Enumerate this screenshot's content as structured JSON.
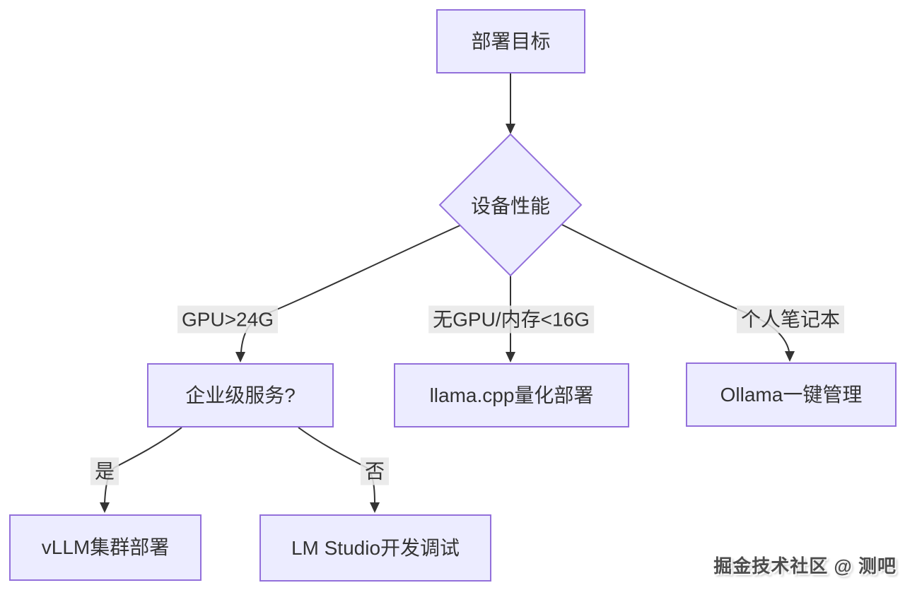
{
  "diagram": {
    "type": "flowchart",
    "direction": "top-down",
    "nodes": {
      "deploy_target": "部署目标",
      "device_performance": "设备性能",
      "enterprise_service": "企业级服务?",
      "llama_cpp": "llama.cpp量化部署",
      "ollama": "Ollama一键管理",
      "vllm": "vLLM集群部署",
      "lm_studio": "LM Studio开发调试"
    },
    "edges": [
      {
        "from": "deploy_target",
        "to": "device_performance",
        "label": ""
      },
      {
        "from": "device_performance",
        "to": "enterprise_service",
        "label": "GPU>24G"
      },
      {
        "from": "device_performance",
        "to": "llama_cpp",
        "label": "无GPU/内存<16G"
      },
      {
        "from": "device_performance",
        "to": "ollama",
        "label": "个人笔记本"
      },
      {
        "from": "enterprise_service",
        "to": "vllm",
        "label": "是"
      },
      {
        "from": "enterprise_service",
        "to": "lm_studio",
        "label": "否"
      }
    ],
    "colors": {
      "node_fill": "#ECECFF",
      "node_border": "#9370DB",
      "edge_line": "#333333",
      "edge_label_bg": "#e8e8e8",
      "text": "#333333"
    },
    "watermark": "掘金技术社区 @ 测吧"
  }
}
